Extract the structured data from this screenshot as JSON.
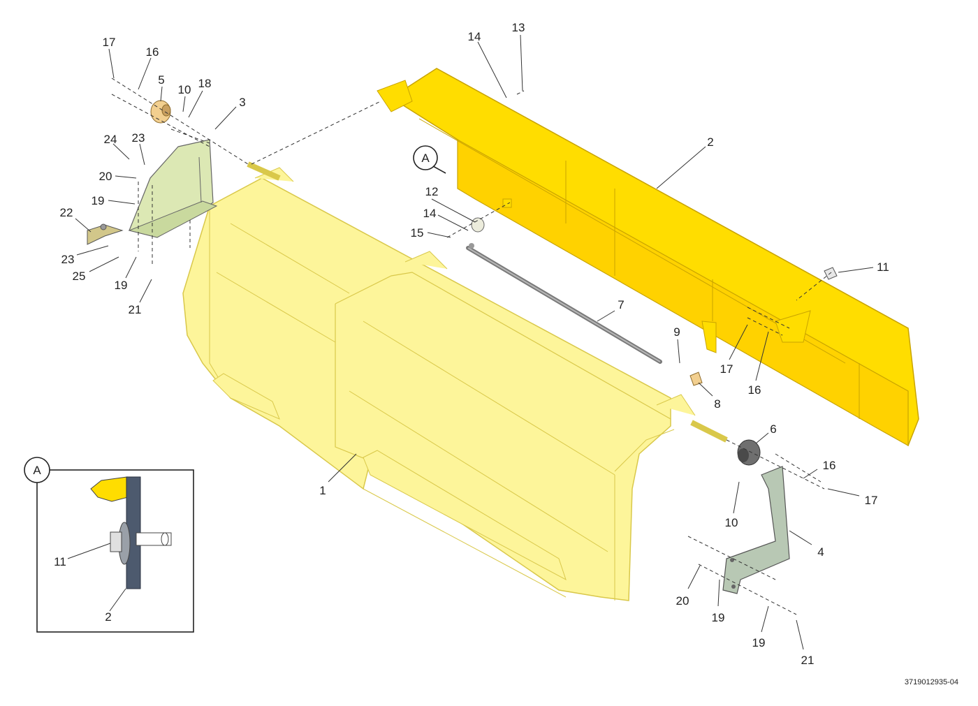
{
  "doc_number": "3719012935-04",
  "detail": {
    "tag": "A",
    "labels": {
      "bearing": "11",
      "plate": "2"
    }
  },
  "callouts": {
    "c1": "1",
    "c2": "2",
    "c3": "3",
    "c4": "4",
    "c5": "5",
    "c6": "6",
    "c7": "7",
    "c8": "8",
    "c9": "9",
    "c10a": "10",
    "c10b": "10",
    "c11": "11",
    "c12": "12",
    "c13": "13",
    "c14a": "14",
    "c14b": "14",
    "c15": "15",
    "c16a": "16",
    "c16b": "16",
    "c16c": "16",
    "c17a": "17",
    "c17b": "17",
    "c17c": "17",
    "c18": "18",
    "c19a": "19",
    "c19b": "19",
    "c19c": "19",
    "c19d": "19",
    "c20a": "20",
    "c20b": "20",
    "c21a": "21",
    "c21b": "21",
    "c22": "22",
    "c23a": "23",
    "c23b": "23",
    "c24": "24",
    "c25": "25",
    "callout_a": "A"
  },
  "colors": {
    "hopper_fill": "#fdf59a",
    "hopper_edge": "#d9c84a",
    "lid_fill": "#ffdd00",
    "lid_edge": "#c9a400",
    "bracket_left": "#dce8b4",
    "bracket_right": "#b8c8b4",
    "bushing_tan": "#f2cf8f",
    "bushing_gray": "#6f6f6f",
    "plate_dark": "#4d5a6e"
  }
}
